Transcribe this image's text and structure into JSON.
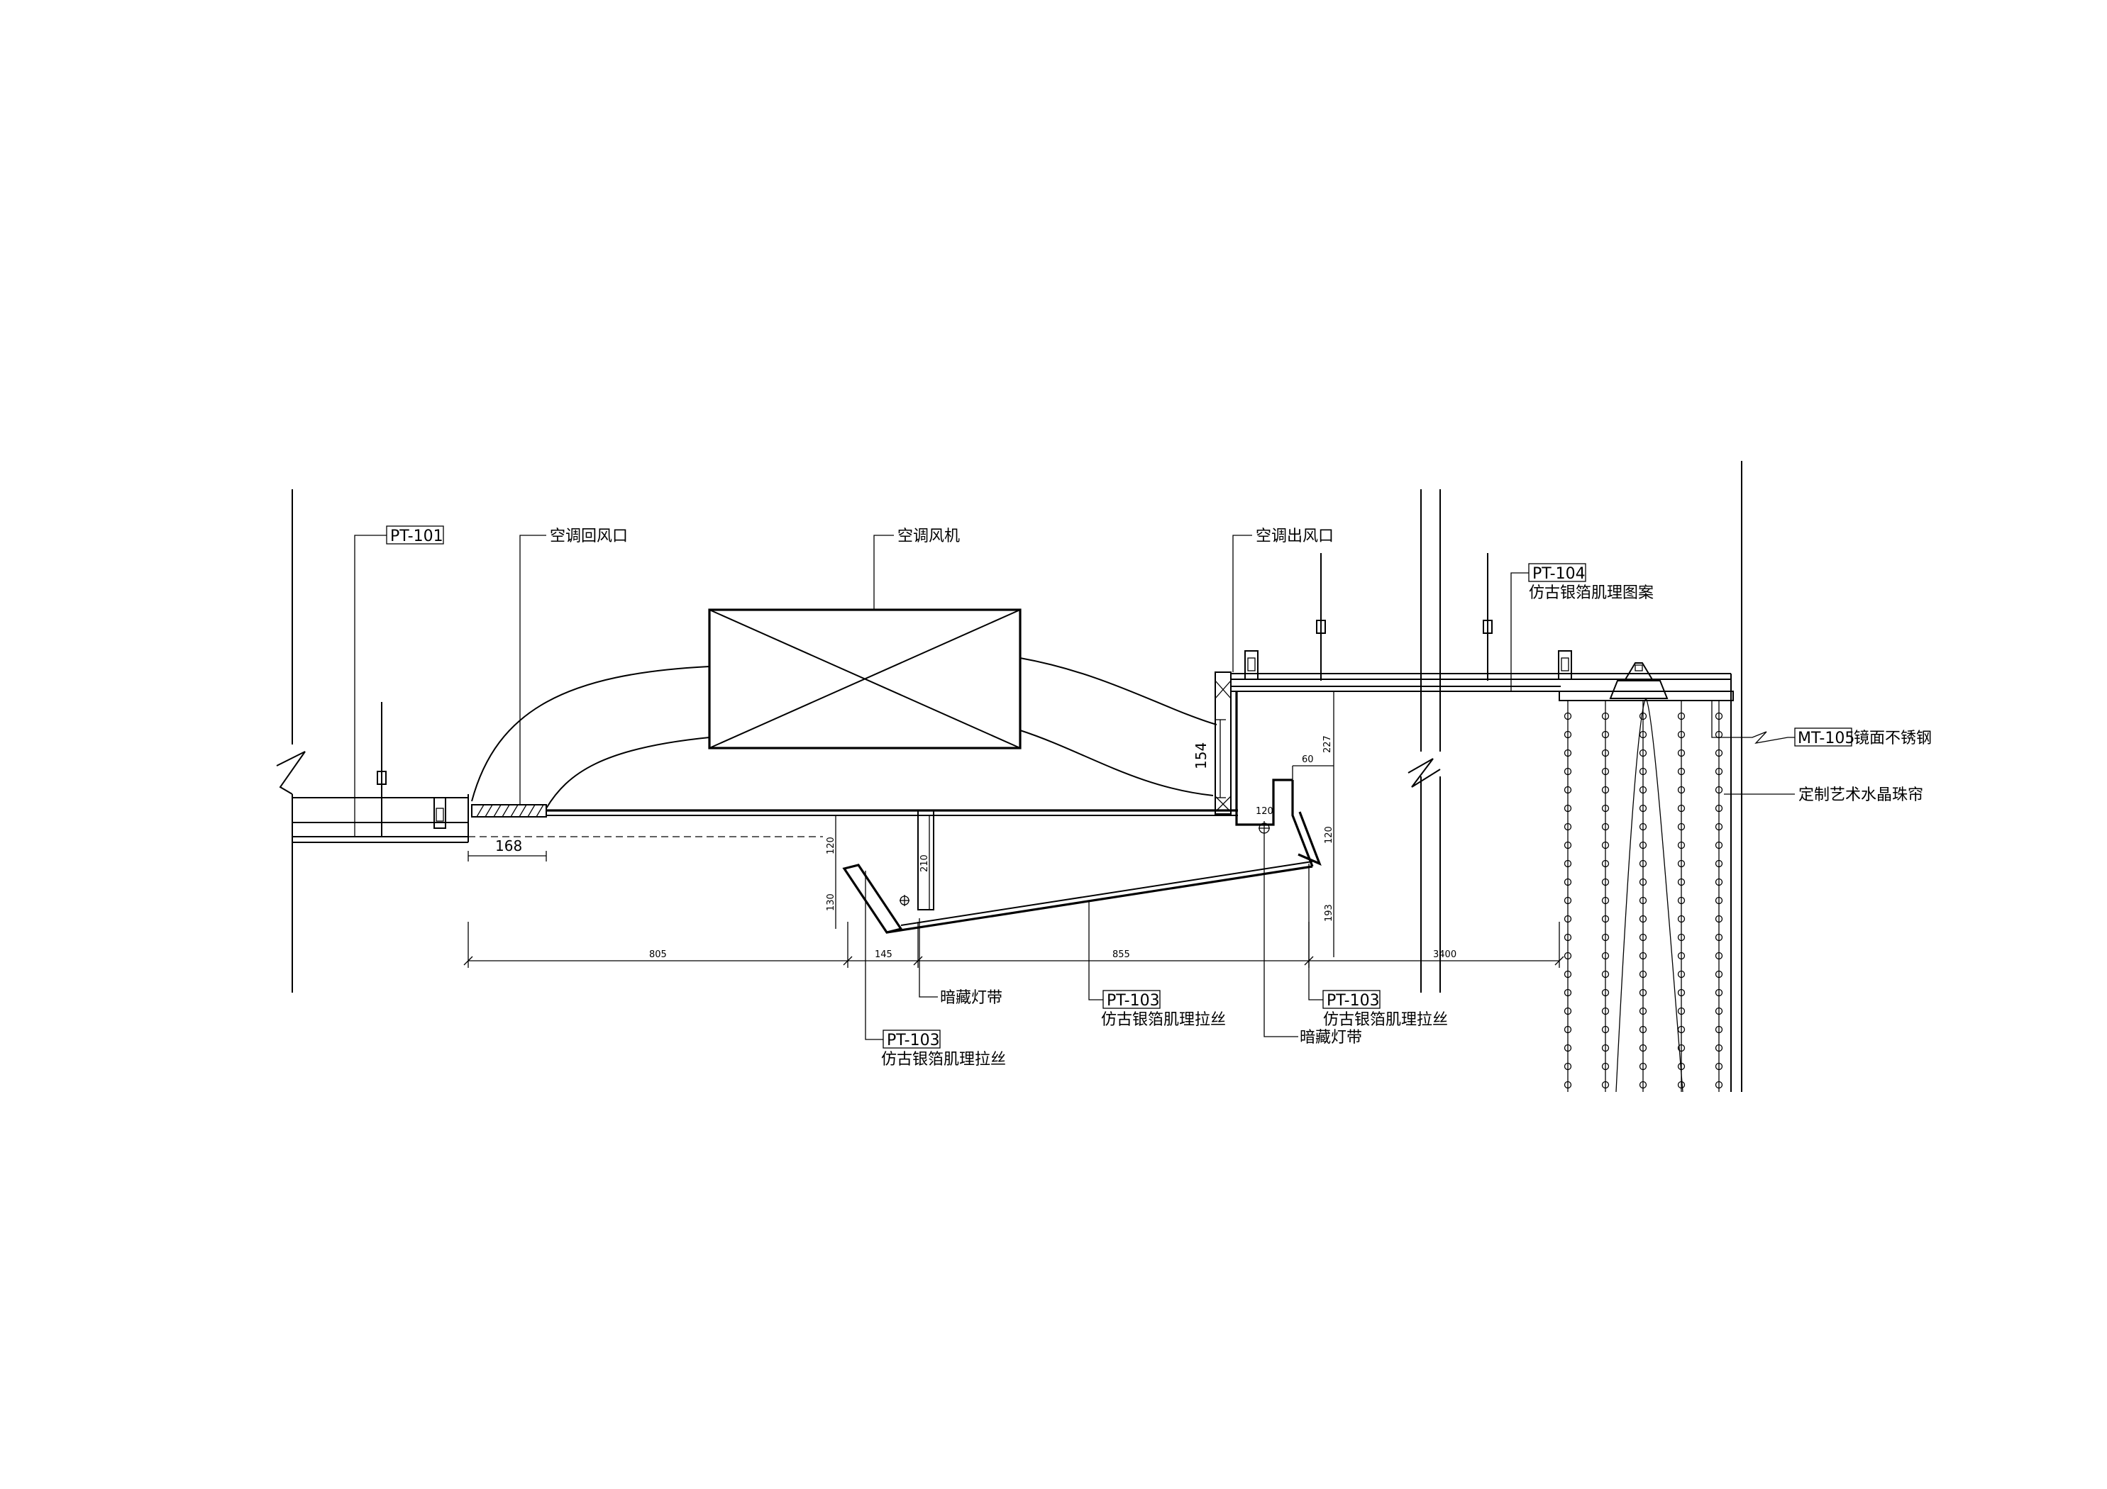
{
  "labels": {
    "pt101": "PT-101",
    "return_vent": "空调回风口",
    "ac_fan": "空调风机",
    "supply_vent": "空调出风口",
    "pt104": "PT-104",
    "pt104_desc": "仿古银箔肌理图案",
    "mt105": "MT-105",
    "mt105_desc": "镜面不锈钢",
    "curtain": "定制艺术水晶珠帘",
    "hidden_light_1": "暗藏灯带",
    "hidden_light_2": "暗藏灯带",
    "pt103_a": "PT-103",
    "pt103_a_desc": "仿古银箔肌理拉丝",
    "pt103_b": "PT-103",
    "pt103_b_desc": "仿古银箔肌理拉丝",
    "pt103_c": "PT-103",
    "pt103_c_desc": "仿古银箔肌理拉丝"
  },
  "dimensions": {
    "d168": "168",
    "d154": "154",
    "d227": "227",
    "d60": "60",
    "d120a": "120",
    "d120b": "120",
    "d120c": "120",
    "d210": "210",
    "d130": "130",
    "d193": "193",
    "d805": "805",
    "d145": "145",
    "d855": "855",
    "d3400": "3400"
  }
}
